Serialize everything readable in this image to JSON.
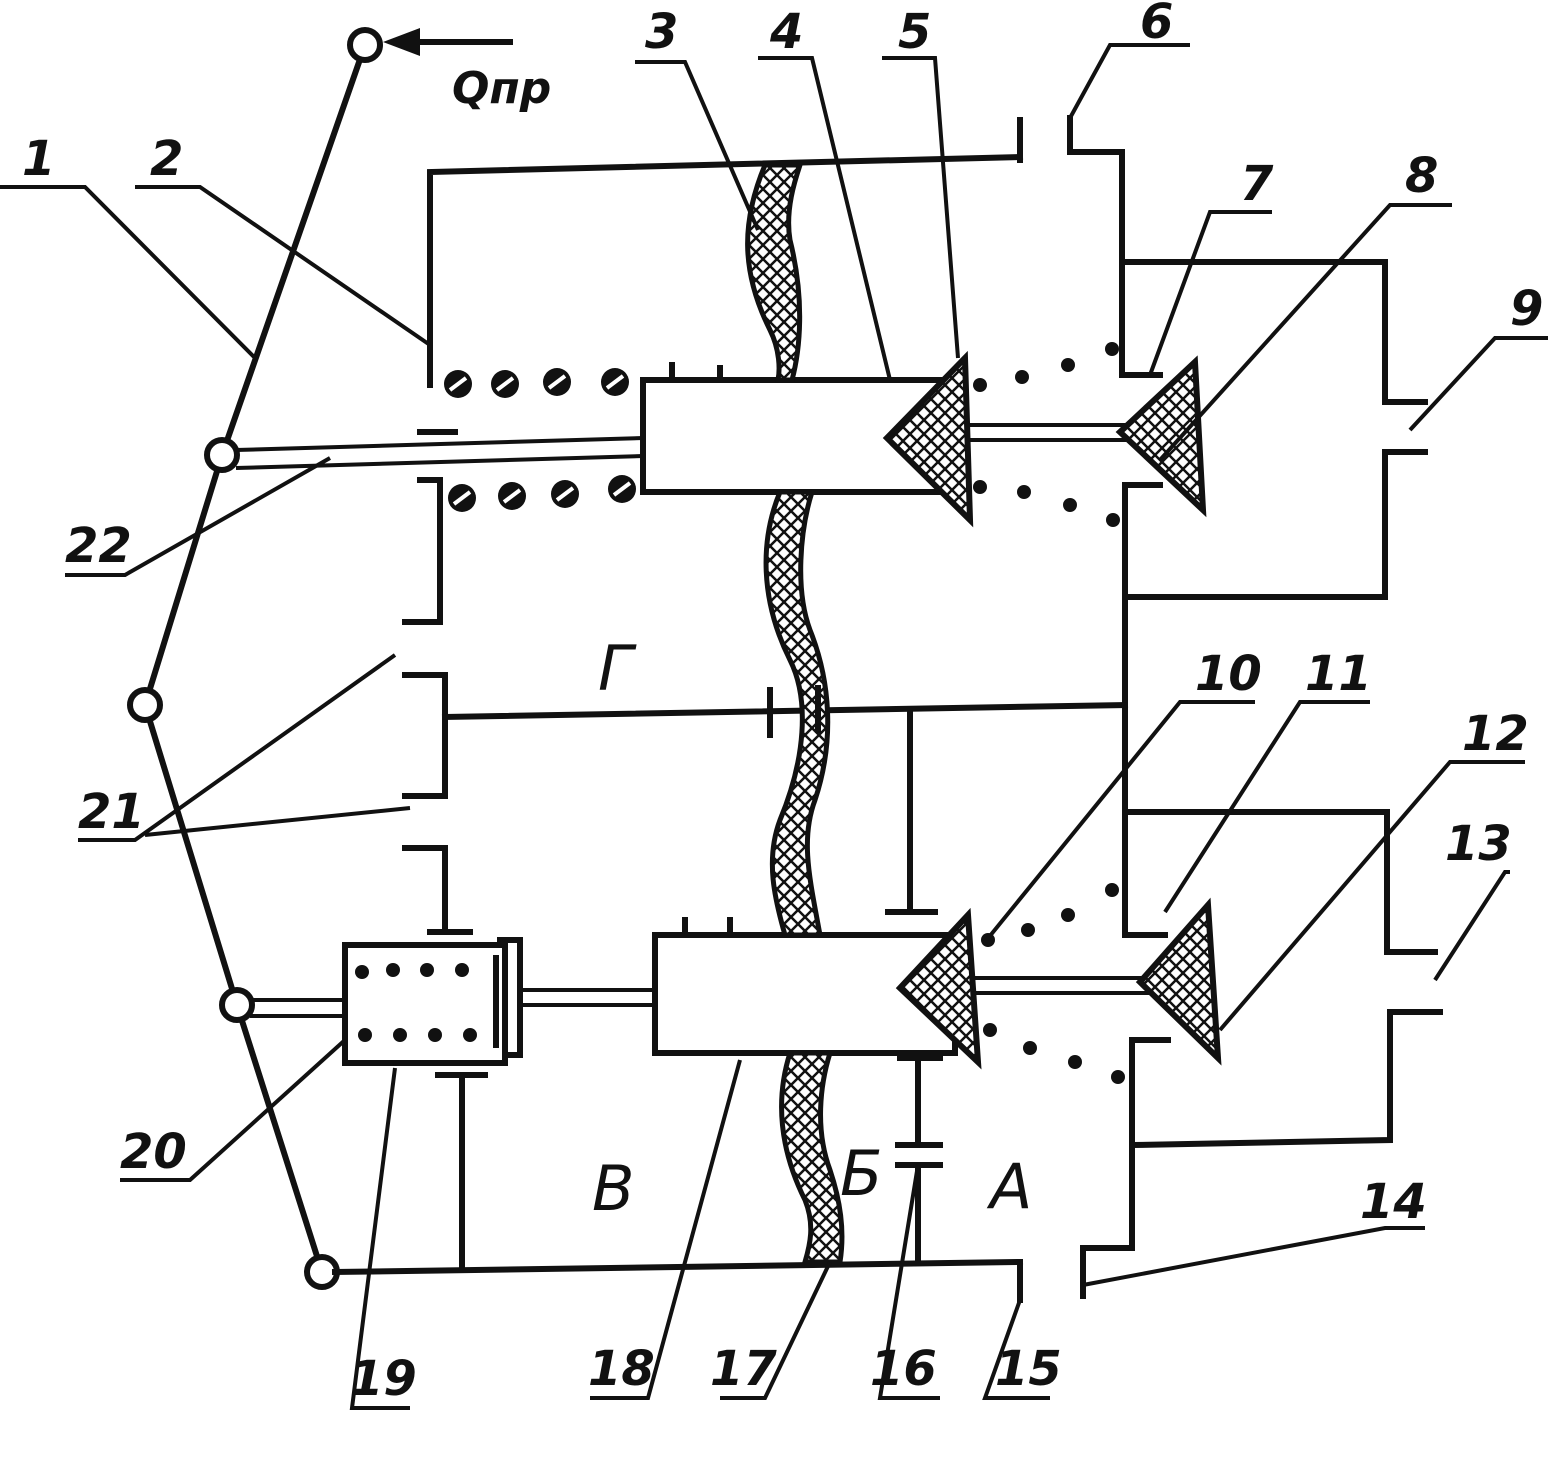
{
  "input_label": "Qпр",
  "zones": {
    "a": "А",
    "b": "Б",
    "v": "В",
    "g": "Г"
  },
  "callouts": [
    "1",
    "2",
    "3",
    "4",
    "5",
    "6",
    "7",
    "8",
    "9",
    "10",
    "11",
    "12",
    "13",
    "14",
    "15",
    "16",
    "17",
    "18",
    "19",
    "20",
    "21",
    "22"
  ]
}
